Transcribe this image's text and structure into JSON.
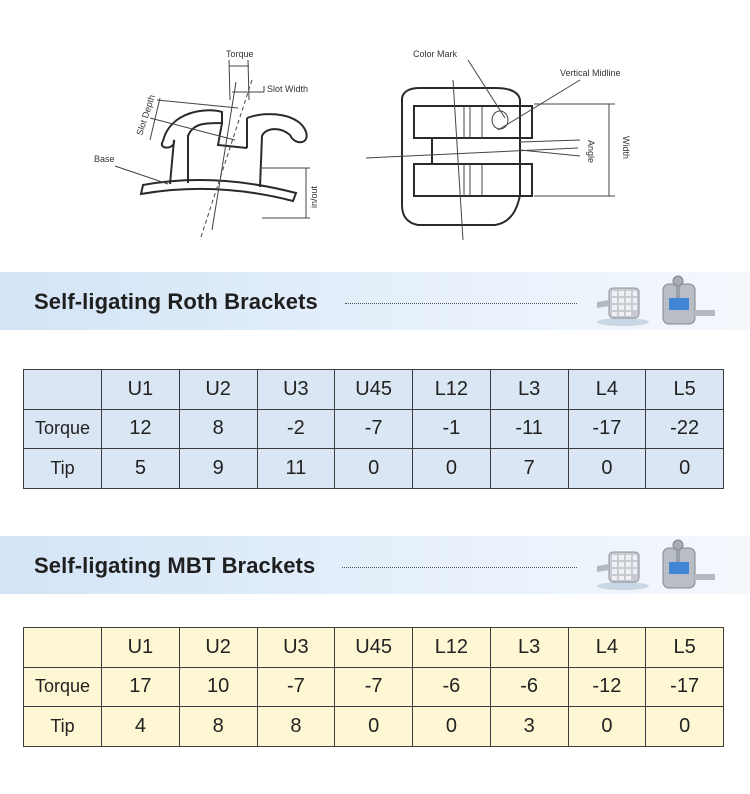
{
  "diagram": {
    "labels": {
      "torque": "Torque",
      "slot_width": "Slot Width",
      "slot_depth": "Slot Depth",
      "base": "Base",
      "in_out": "in/out",
      "color_mark": "Color Mark",
      "vertical_midline": "Vertical Midline",
      "angle": "Angle",
      "width": "Width"
    }
  },
  "sections": [
    {
      "title": "Self-ligating Roth Brackets",
      "columns": [
        "",
        "U1",
        "U2",
        "U3",
        "U45",
        "L12",
        "L3",
        "L4",
        "L5"
      ],
      "rows": [
        {
          "label": "Torque",
          "values": [
            "12",
            "8",
            "-2",
            "-7",
            "-1",
            "-11",
            "-17",
            "-22"
          ]
        },
        {
          "label": "Tip",
          "values": [
            "5",
            "9",
            "11",
            "0",
            "0",
            "7",
            "0",
            "0"
          ]
        }
      ]
    },
    {
      "title": "Self-ligating MBT Brackets",
      "columns": [
        "",
        "U1",
        "U2",
        "U3",
        "U45",
        "L12",
        "L3",
        "L4",
        "L5"
      ],
      "rows": [
        {
          "label": "Torque",
          "values": [
            "17",
            "10",
            "-7",
            "-7",
            "-6",
            "-6",
            "-12",
            "-17"
          ]
        },
        {
          "label": "Tip",
          "values": [
            "4",
            "8",
            "8",
            "0",
            "0",
            "3",
            "0",
            "0"
          ]
        }
      ]
    }
  ],
  "colors": {
    "banner_start": "#d3e4f6",
    "roth_table_fill": "#dae6f4",
    "mbt_table_fill": "#fdf8d3",
    "bracket_accent": "#3f86d6"
  }
}
